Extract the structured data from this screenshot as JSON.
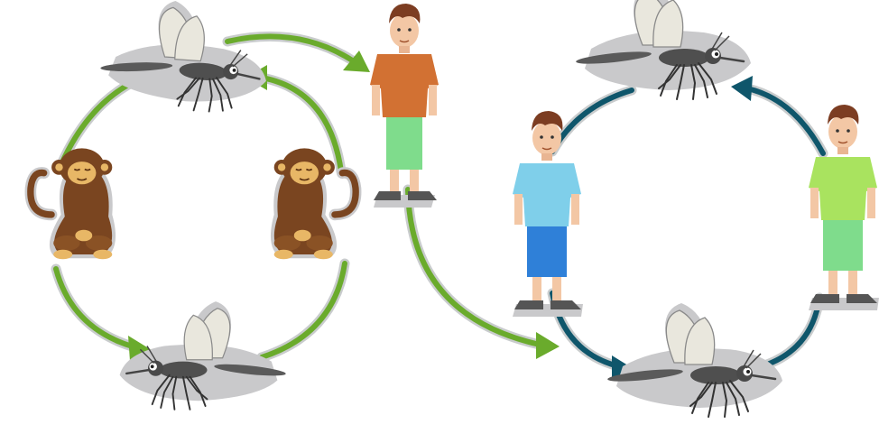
{
  "diagram": {
    "background": "#ffffff",
    "colors": {
      "sylvatic_arrow": "#6aab2c",
      "urban_arrow": "#0f566b",
      "arrow_halo": "#c9cccd",
      "monkey_fur": "#7a4520",
      "monkey_face": "#e8b766",
      "mosquito_body": "#555555",
      "mosquito_wing": "#e9e7dd",
      "sticker_outline": "#c9c9cb",
      "skin": "#f3c7a5",
      "hair": "#7c3d22",
      "shirt_orange": "#d27133",
      "shirt_blue": "#7fcfea",
      "shirt_green": "#a9e35f",
      "shorts_green": "#7fdc8c",
      "shorts_blue": "#2f80d8",
      "shoes": "#555555"
    },
    "sylvatic_cycle": {
      "hosts": [
        {
          "kind": "monkey",
          "icon": "monkey-icon",
          "facing": "right"
        },
        {
          "kind": "monkey",
          "icon": "monkey-icon",
          "facing": "left"
        }
      ],
      "vectors": [
        {
          "kind": "mosquito",
          "icon": "mosquito-icon"
        },
        {
          "kind": "mosquito",
          "icon": "mosquito-icon"
        }
      ]
    },
    "spillover_host": {
      "kind": "human",
      "icon": "person-icon",
      "shirt": "orange"
    },
    "urban_cycle": {
      "hosts": [
        {
          "kind": "human",
          "icon": "person-icon",
          "shirt": "blue"
        },
        {
          "kind": "human",
          "icon": "person-icon",
          "shirt": "green"
        }
      ],
      "vectors": [
        {
          "kind": "mosquito",
          "icon": "mosquito-icon"
        },
        {
          "kind": "mosquito",
          "icon": "mosquito-icon"
        }
      ]
    }
  }
}
